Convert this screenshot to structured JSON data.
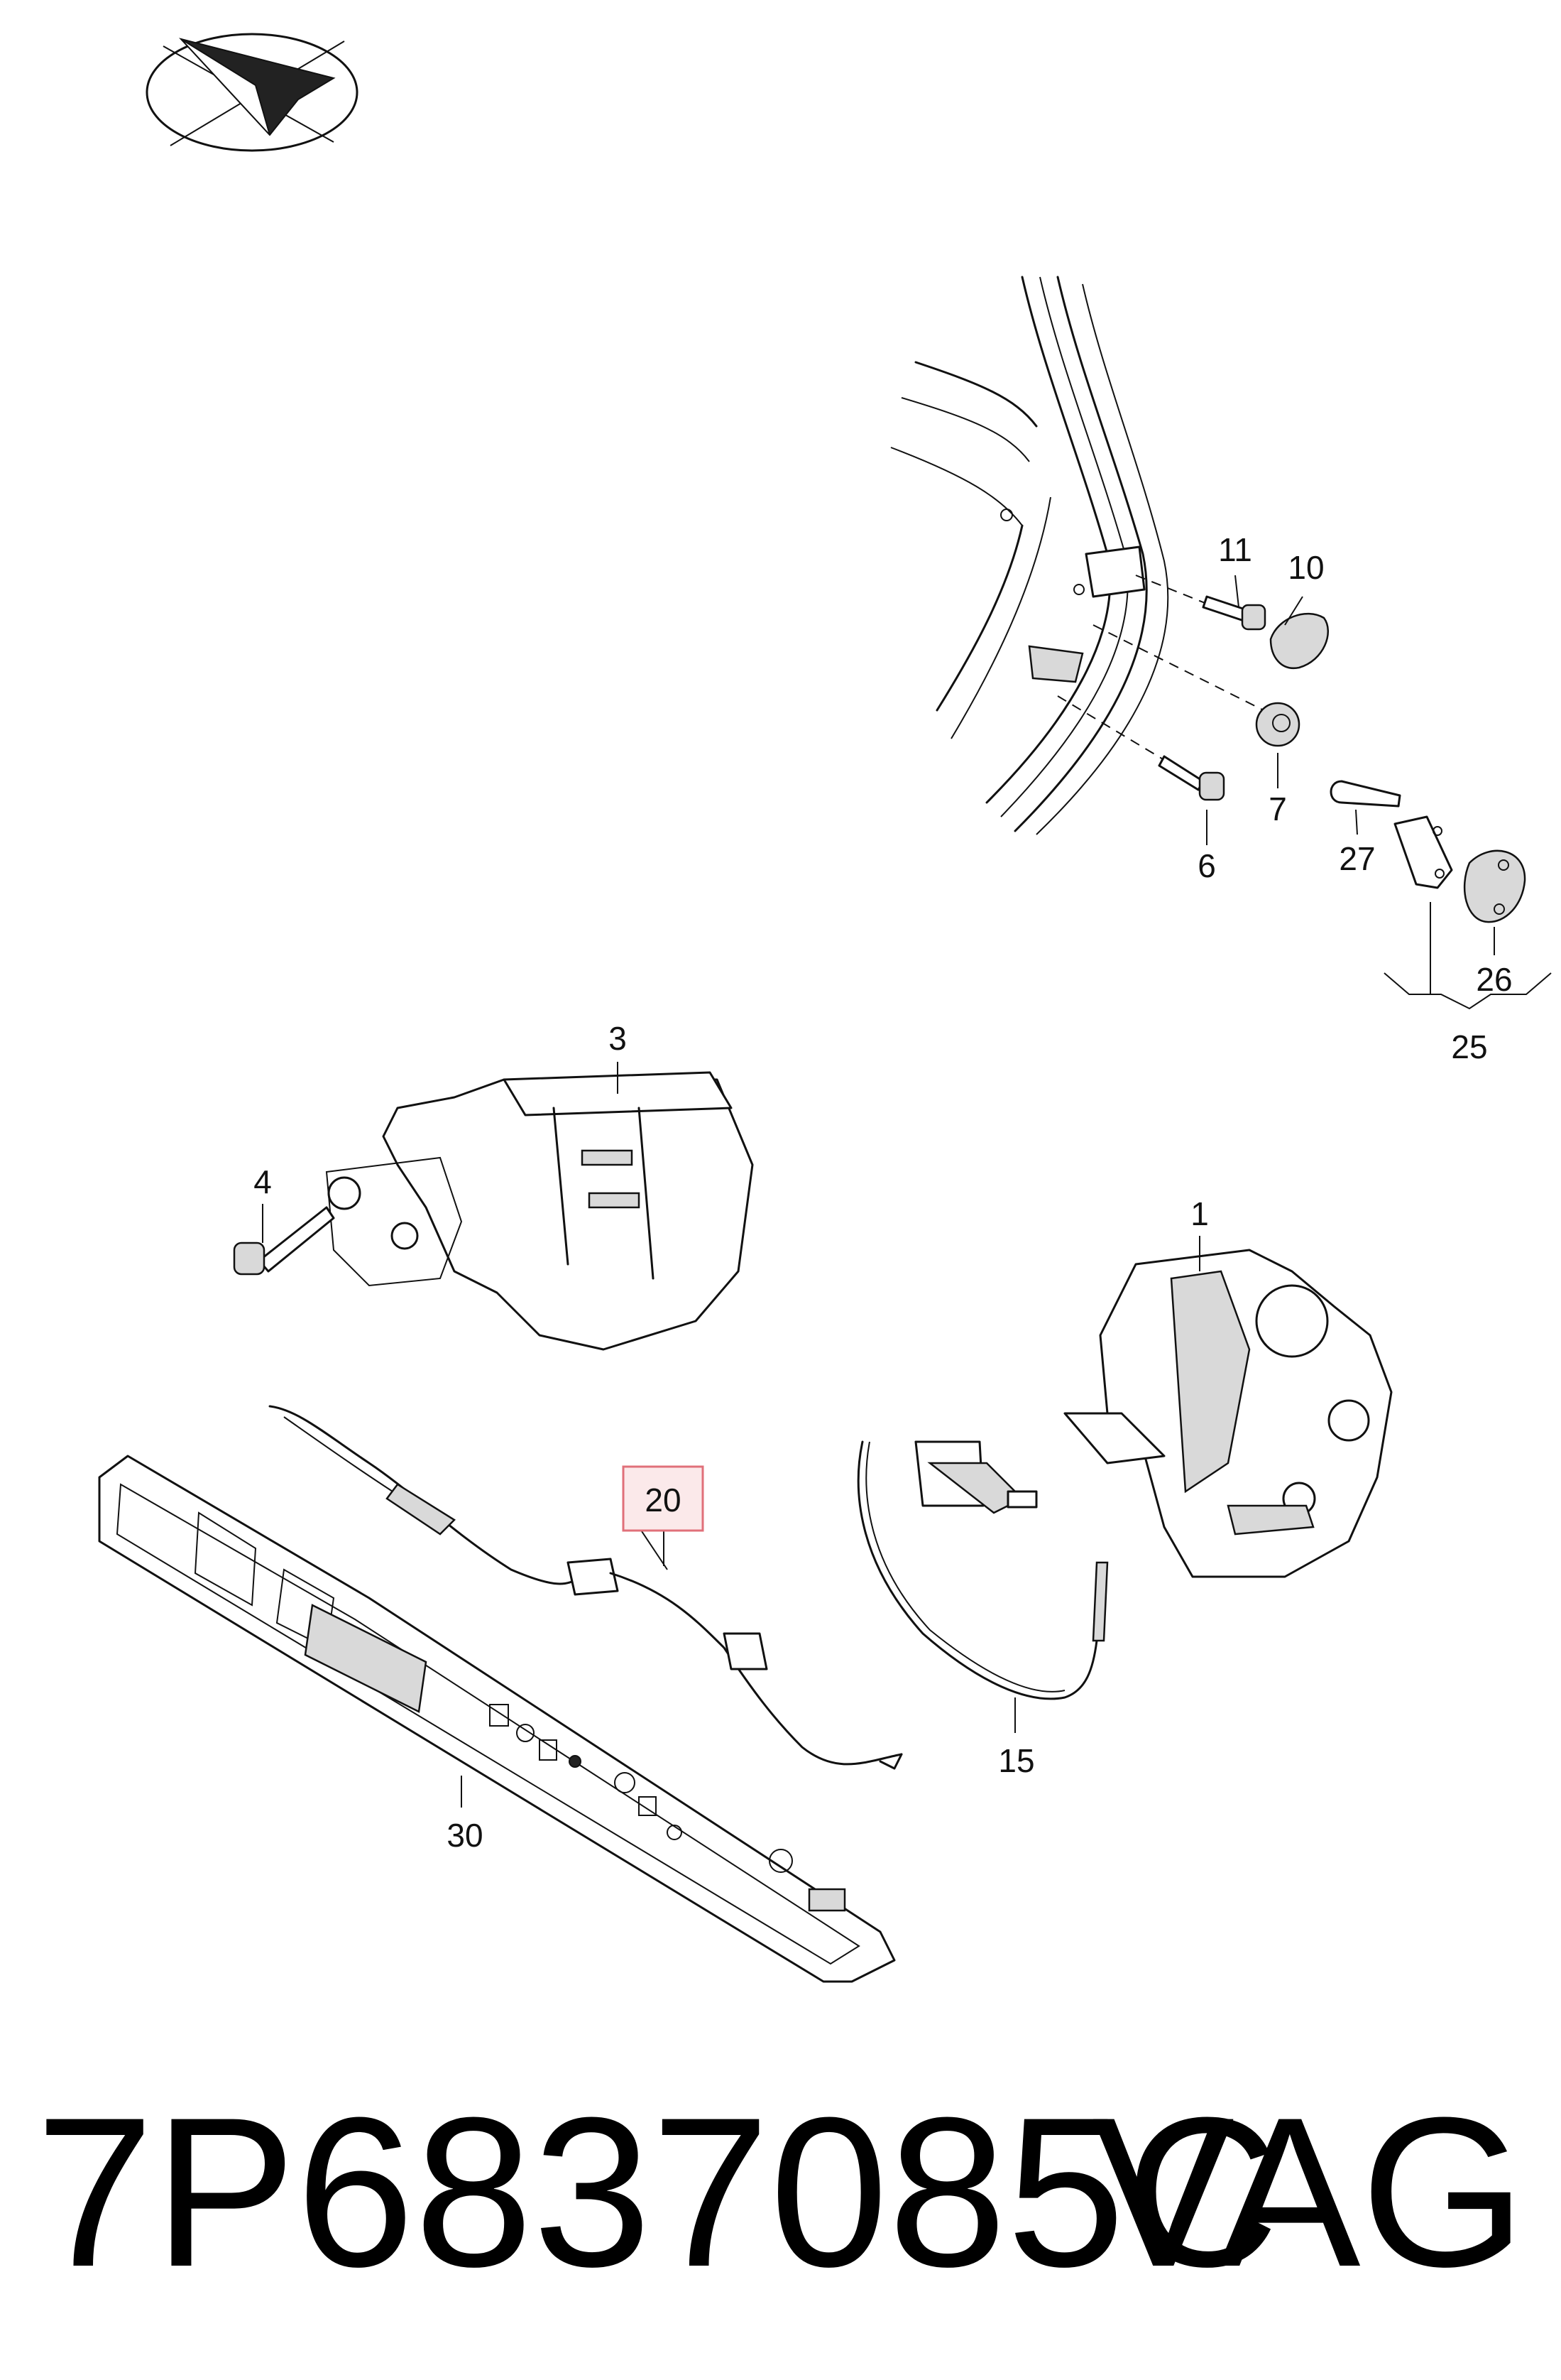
{
  "callouts": {
    "c1": "1",
    "c3": "3",
    "c4": "4",
    "c6": "6",
    "c7": "7",
    "c10": "10",
    "c11": "11",
    "c15": "15",
    "c20": "20",
    "c25": "25",
    "c26": "26",
    "c27": "27",
    "c30": "30"
  },
  "highlighted_callout": "20",
  "highlight_color": "#e0707a",
  "part_number": "7P6837085C",
  "brand": "VAG",
  "icons": {
    "corner_logo": "direction-arrow-logo-icon"
  }
}
